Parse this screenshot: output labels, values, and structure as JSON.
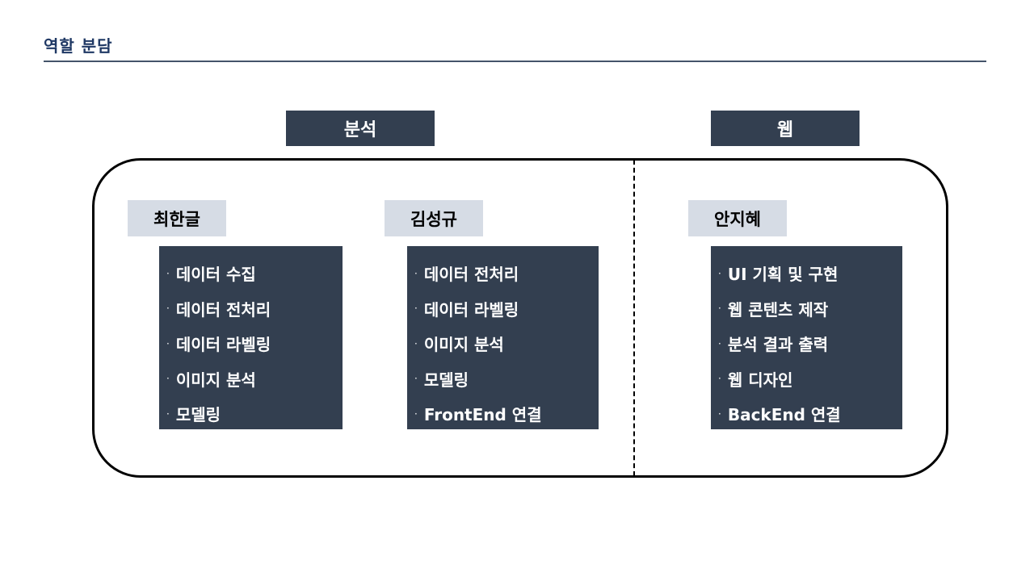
{
  "page": {
    "title": "역할 분담"
  },
  "sections": [
    {
      "label": "분석"
    },
    {
      "label": "웹"
    }
  ],
  "members": [
    {
      "name": "최한글",
      "tasks": [
        "데이터 수집",
        "데이터 전처리",
        "데이터 라벨링",
        "이미지 분석",
        "모델링"
      ]
    },
    {
      "name": "김성규",
      "tasks": [
        "데이터 전처리",
        "데이터 라벨링",
        "이미지 분석",
        "모델링",
        "FrontEnd 연결"
      ]
    },
    {
      "name": "안지혜",
      "tasks": [
        "UI 기획 및 구현",
        "웹 콘텐츠 제작",
        "분석 결과 출력",
        "웹 디자인",
        "BackEnd 연결"
      ]
    }
  ],
  "bullet_char": "·",
  "colors": {
    "title": "#1f3864",
    "rule": "#44546a",
    "dark_box": "#333f50",
    "name_tag": "#d6dce5",
    "outline": "#000000"
  }
}
